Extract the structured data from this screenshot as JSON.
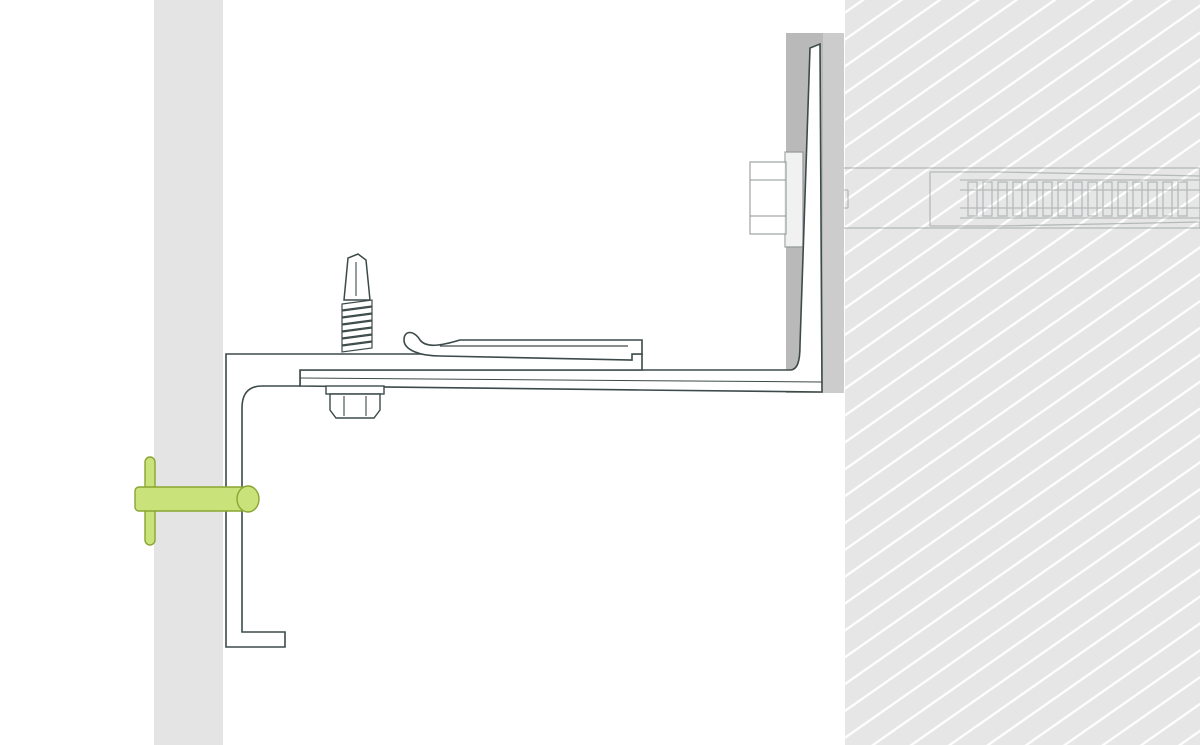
{
  "diagram": {
    "kind": "facade-bracket-section",
    "colors": {
      "background": "#ffffff",
      "cladding_panel": "#e4e4e4",
      "wall": "#e6e6e6",
      "wall_hatch": "#ffffff",
      "outline": "#3d4a4a",
      "bracket_fill": "#ffffff",
      "thermal_pad": "#b9b9b9",
      "thermal_pad_inner": "#cccccc",
      "anchor_ghost": "#8f9696",
      "rivet_fill": "#c9e27a",
      "rivet_stroke": "#8aa532"
    },
    "components": [
      "cladding-panel",
      "wall-substrate",
      "l-bracket",
      "slide-profile",
      "spring-clip",
      "self-drilling-screw",
      "hex-nut",
      "thermal-isolator-pad",
      "wall-anchor",
      "blind-rivet"
    ]
  }
}
